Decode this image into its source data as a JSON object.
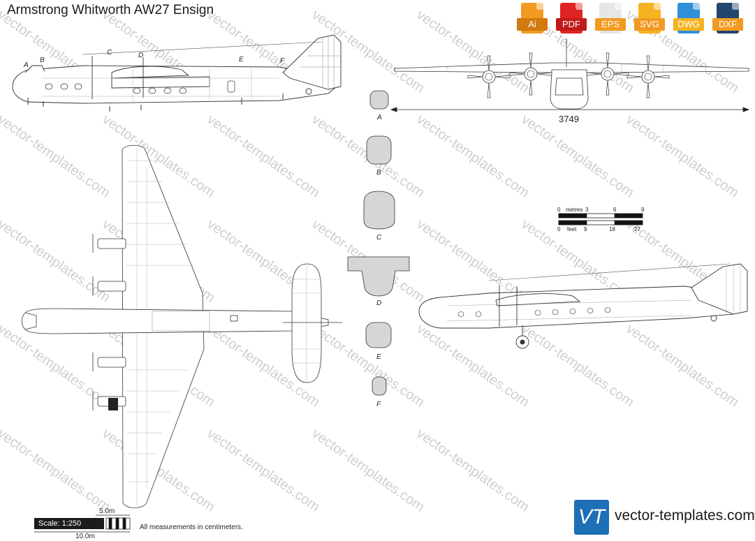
{
  "title": "Armstrong Whitworth AW27 Ensign",
  "formats": [
    {
      "label": "Ai",
      "color": "#f29a22",
      "tag": "#d07a10",
      "icon": "ai-file-icon"
    },
    {
      "label": "PDF",
      "color": "#e02424",
      "tag": "#c21a1a",
      "icon": "pdf-file-icon"
    },
    {
      "label": "EPS",
      "color": "#e6e6e6",
      "tag": "#f29a22",
      "icon": "eps-file-icon"
    },
    {
      "label": "SVG",
      "color": "#f5b321",
      "tag": "#f29a22",
      "icon": "svg-file-icon"
    },
    {
      "label": "DWG",
      "color": "#2f8fd8",
      "tag": "#f5b321",
      "icon": "dwg-file-icon"
    },
    {
      "label": "DXF",
      "color": "#22466e",
      "tag": "#f29a22",
      "icon": "dxf-file-icon"
    }
  ],
  "section_markers": [
    "A",
    "B",
    "C",
    "D",
    "E",
    "F"
  ],
  "wingspan_dimension": "3749",
  "scale_metres": {
    "unit": "metres",
    "ticks": [
      "0",
      "3",
      "6",
      "9"
    ]
  },
  "scale_feet": {
    "unit": "feet",
    "ticks": [
      "0",
      "9",
      "18",
      "27"
    ]
  },
  "scale": {
    "label": "Scale: 1:250",
    "top_length": "5.0m",
    "bottom_length": "10.0m",
    "note": "All measurements in centimeters."
  },
  "brand": {
    "mark": "VT",
    "text": "vector-templates.com",
    "color": "#1d6fb6"
  },
  "watermark": "vector-templates.com"
}
